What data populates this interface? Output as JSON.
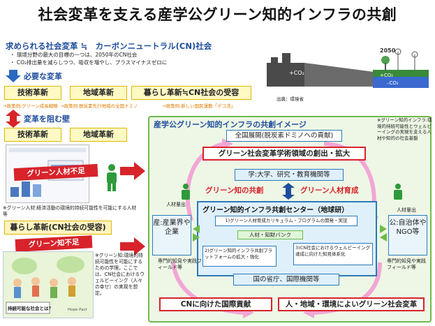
{
  "title": "社会変革を支える産学公グリーン知的インフラの共創",
  "left": {
    "subtitle": "求められる社会変革 ≒　カーボンニュートラル(CN)社会",
    "bullets": [
      "環境分野の最大の目標の一つは、2050年のCN社会",
      "CO₂排出量を減らしつつ、吸収を増やし、プラスマイナスゼロに"
    ],
    "need_header": "必要な変革",
    "need_boxes": [
      "技術革新",
      "地域革新",
      "暮らし革新≒CN社会の受容"
    ],
    "policy_notes": [
      "→政策例:グリーン成長戦略",
      "→政策例:脱炭素先行地域の全国ドミノ",
      "→政策例:新しい国民運動「デコ活」"
    ],
    "barrier_header": "変革を阻む壁",
    "barrier_boxes": [
      "技術革新",
      "地域革新"
    ],
    "ribbon1": "グリーン人材不足",
    "ribbon1_note": "※グリーン人材:経済活動の環境的持続可能性を可能にする人材等",
    "life_box": "暮らし革新(CN社会の受容)",
    "ribbon2": "グリーン知不足",
    "ribbon2_note": "※グリーン知:環境的持続可能性を可能にするための学理。ここでは、CN社会におけるウェルビーイング（人々の幸せ）の実現を想定。",
    "illus_caption": "持続可能な社会とは？",
    "illus_credit": "Hope Pact",
    "source": "出典：環境省",
    "graph": {
      "year": "2050",
      "co2_1": "+CO₂",
      "co2_2": "+CO₂",
      "co2_3": "–CO₂"
    }
  },
  "panel": {
    "title": "産学公グリーン知的インフラの共創イメージ",
    "top_box": "全国展開(脱炭素ドミノへの貢献)",
    "red_box": "グリーン社会変革学術領域の創出・拡大",
    "univ_box": "学:大学、研究・教育機関等",
    "left_label": "グリーン知の共創",
    "right_label": "グリーン人材育成",
    "center_title": "グリーン知的インフラ共創センター（地球研）",
    "item1": "1)グリーン人材育成カリキュラム・プログラムの開発・実証",
    "item_bank": "人材・知財バンク",
    "item2": "2)グリーン知的インフラ共創プラットフォームの拡大・強化",
    "item3": "3)CN社会におけるウェルビーイング達成に向けた知見体系化",
    "industry_box": "産:産業界や企業",
    "public_box": "公:自治体やNGO等",
    "hr_left": "人材輩出",
    "hr_right": "人材輩出",
    "field_left": "専門的知見や実践フィールド等",
    "field_right": "専門的知見や実践フィールド等",
    "ministry_box": "国の省庁、国際機関等",
    "bottom_left": "CNに向けた国際貢献",
    "bottom_right": "人・地域・環境によいグリーン社会変革",
    "side_note": "※グリーン知的インフラ:環境的持続可能性とウェルビーイングの実現を支える人材や知的の社会基盤"
  }
}
